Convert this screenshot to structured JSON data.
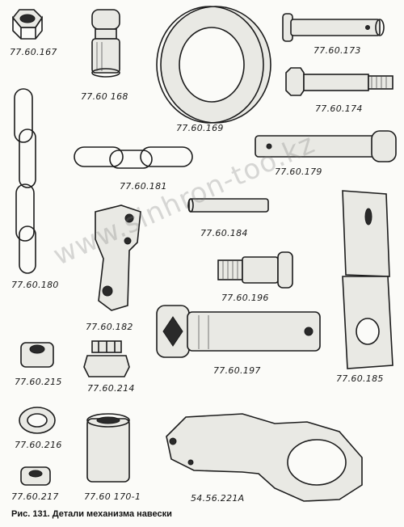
{
  "caption": "Рис. 131. Детали механизма навески",
  "watermark": "www.sinhron-too.kz",
  "parts": [
    {
      "id": "p1",
      "number": "77.60.167"
    },
    {
      "id": "p2",
      "number": "77.60 168"
    },
    {
      "id": "p3",
      "number": "77.60.169"
    },
    {
      "id": "p4",
      "number": "77.60.173"
    },
    {
      "id": "p5",
      "number": "77.60.174"
    },
    {
      "id": "p6",
      "number": "77.60.179"
    },
    {
      "id": "p7",
      "number": "77.60.180"
    },
    {
      "id": "p8",
      "number": "77.60.181"
    },
    {
      "id": "p9",
      "number": "77.60.184"
    },
    {
      "id": "p10",
      "number": "77.60.182"
    },
    {
      "id": "p11",
      "number": "77.60.196"
    },
    {
      "id": "p12",
      "number": "77.60.185"
    },
    {
      "id": "p13",
      "number": "77.60.197"
    },
    {
      "id": "p14",
      "number": "77.60.215"
    },
    {
      "id": "p15",
      "number": "77.60.214"
    },
    {
      "id": "p16",
      "number": "77.60.216"
    },
    {
      "id": "p17",
      "number": "77.60.217"
    },
    {
      "id": "p18",
      "number": "77.60 170-1"
    },
    {
      "id": "p19",
      "number": "54.56.221А"
    }
  ]
}
